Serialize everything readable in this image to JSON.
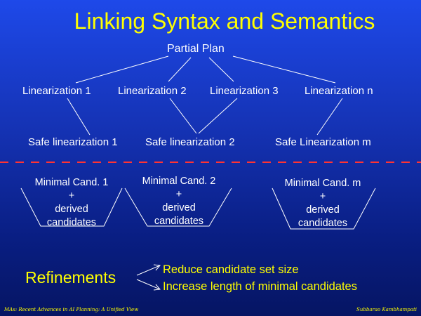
{
  "slide": {
    "title": "Linking Syntax and Semantics",
    "root_label": "Partial Plan",
    "linearizations": [
      "Linearization 1",
      "Linearization 2",
      "Linearization 3",
      "Linearization n"
    ],
    "safe_linearizations": [
      "Safe linearization 1",
      "Safe linearization 2",
      "Safe Linearization m"
    ],
    "candidate_blocks": [
      {
        "head": "Minimal Cand. 1",
        "plus": "+",
        "line1": "derived",
        "line2": "candidates"
      },
      {
        "head": "Minimal Cand. 2",
        "plus": "+",
        "line1": "derived",
        "line2": "candidates"
      },
      {
        "head": "Minimal Cand. m",
        "plus": "+",
        "line1": "derived",
        "line2": "candidates"
      }
    ],
    "refinements_label": "Refinements",
    "refinement_points": [
      "Reduce candidate set size",
      "Increase length of minimal candidates"
    ],
    "footer_left": "MAs: Recent Advances in AI Planning: A Unified View",
    "footer_right": "Subbarao Kambhampati"
  },
  "colors": {
    "title": "#ffff00",
    "text": "#ffffff",
    "dashed_divider": "#ff3333",
    "background_top": "#1e49e9",
    "background_bottom": "#061563"
  }
}
